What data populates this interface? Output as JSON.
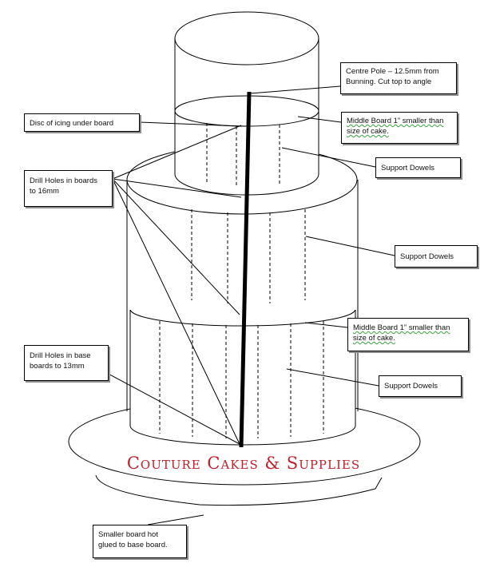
{
  "brand": "Couture Cakes & Supplies",
  "colors": {
    "outline": "#000000",
    "brand": "#c0202a",
    "pole": "#000000",
    "spellcheck_underline": "#3aa53a"
  },
  "callouts": {
    "centre_pole": [
      "Centre Pole – 12.5mm from",
      "Bunning. Cut top to angle"
    ],
    "disc_icing": [
      "Disc of icing under board"
    ],
    "middle_board_top": [
      "Middle Board 1” smaller than",
      "size of cake."
    ],
    "support_dowels_1": [
      "Support Dowels"
    ],
    "drill_holes_boards": [
      "Drill Holes in boards",
      "to 16mm"
    ],
    "support_dowels_2": [
      "Support Dowels"
    ],
    "middle_board_bottom": [
      "Middle Board 1” smaller than",
      "size of cake."
    ],
    "drill_holes_base": [
      "Drill Holes in base",
      "boards to 13mm"
    ],
    "support_dowels_3": [
      "Support Dowels"
    ],
    "smaller_board": [
      "Smaller board hot",
      "glued to base board."
    ]
  }
}
